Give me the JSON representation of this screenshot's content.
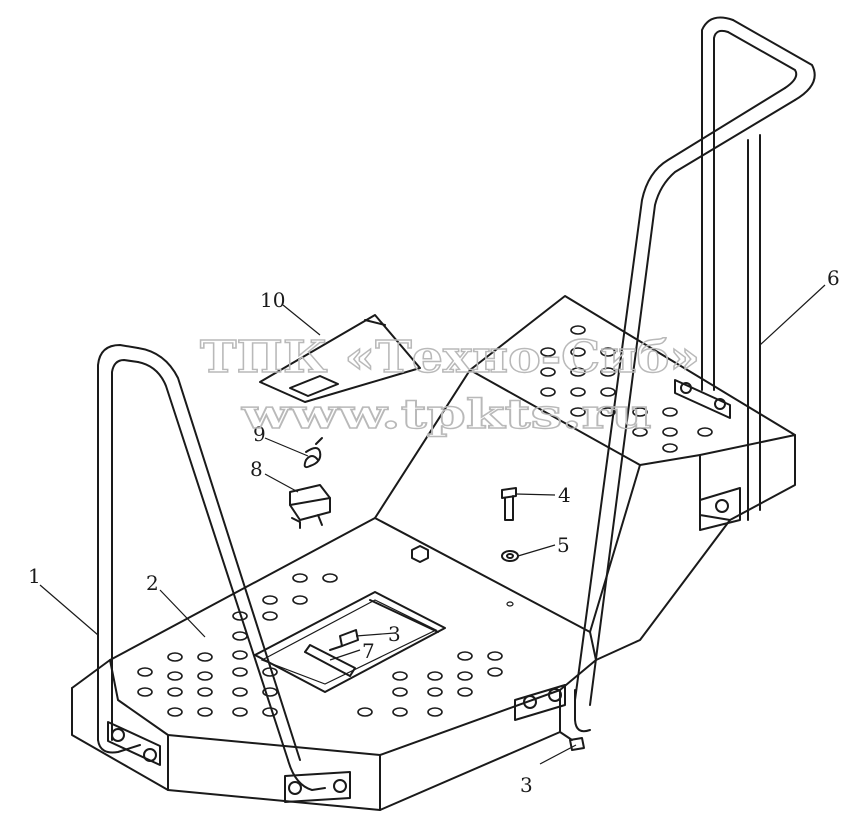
{
  "watermark": {
    "line1": "ТПК «Техно-Сиб»",
    "line2": "www.tpkts.ru"
  },
  "callouts": [
    {
      "id": "1",
      "label": "1"
    },
    {
      "id": "2",
      "label": "2"
    },
    {
      "id": "3a",
      "label": "3"
    },
    {
      "id": "3b",
      "label": "3"
    },
    {
      "id": "4",
      "label": "4"
    },
    {
      "id": "5",
      "label": "5"
    },
    {
      "id": "6",
      "label": "6"
    },
    {
      "id": "7",
      "label": "7"
    },
    {
      "id": "8",
      "label": "8"
    },
    {
      "id": "9",
      "label": "9"
    },
    {
      "id": "10",
      "label": "10"
    }
  ]
}
